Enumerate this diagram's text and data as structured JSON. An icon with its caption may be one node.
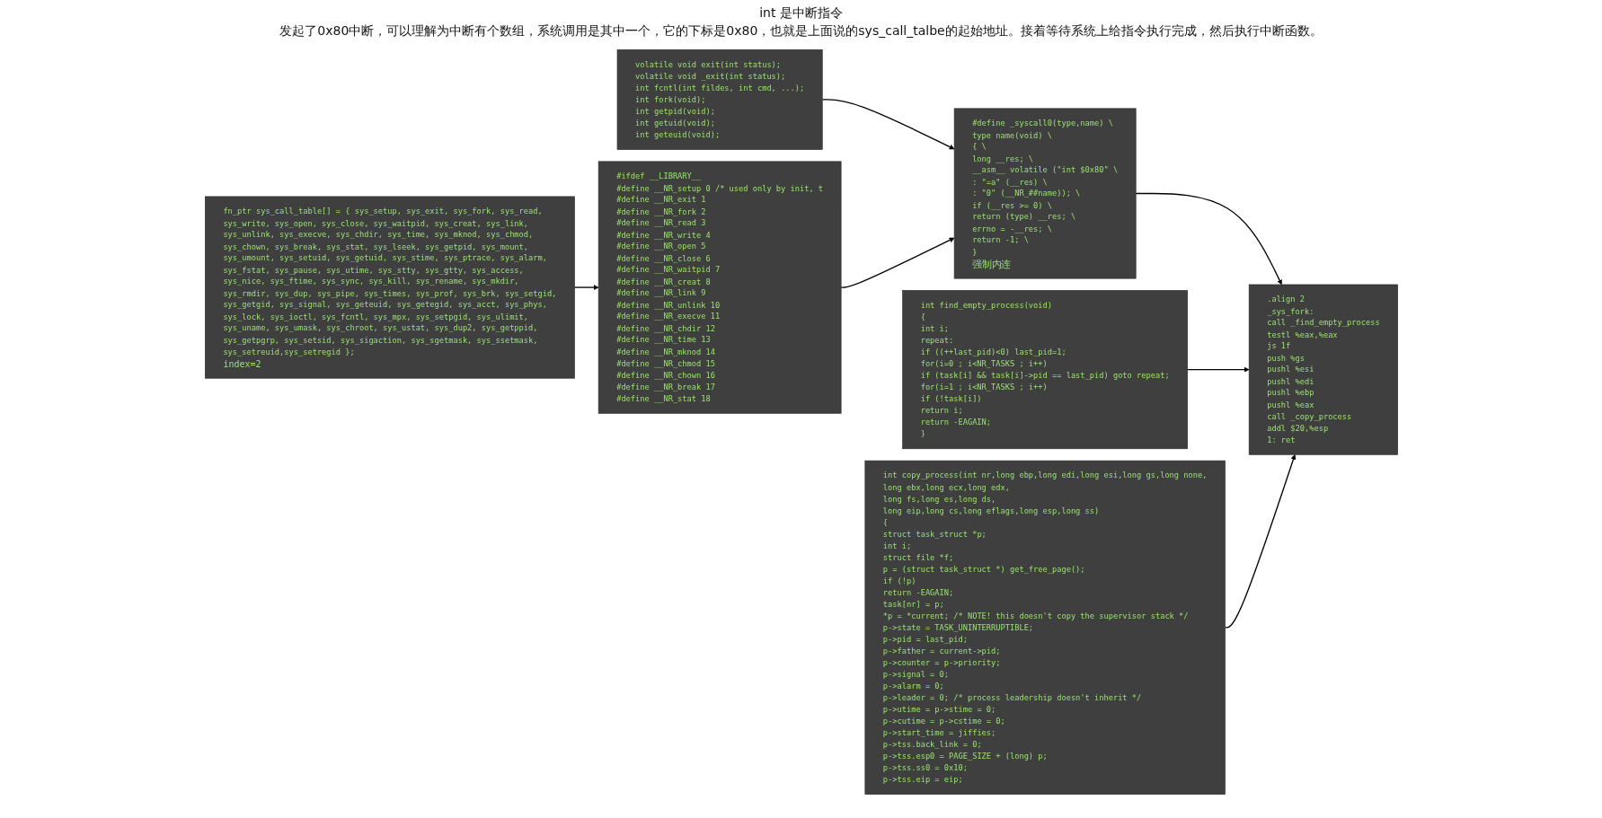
{
  "diagram": {
    "nodes": [
      {
        "text": [
          "volatile void exit(int status);",
          "volatile void _exit(int status);",
          "int fcntl(int fildes, int cmd, ...);",
          "int fork(void);",
          "int getpid(void);",
          "int getuid(void);",
          "int geteuid(void);"
        ]
      },
      {
        "text": [
          "#define _syscall0(type,name) \\",
          "type name(void) \\",
          "{ \\",
          "long __res; \\",
          "__asm__ volatile (\"int $0x80\" \\",
          ": \"=a\" (__res) \\",
          ": \"0\" (__NR_##name)); \\",
          "if (__res >= 0) \\",
          "return (type) __res; \\",
          "errno = -__res; \\",
          "return -1; \\",
          "}",
          "强制内连"
        ]
      },
      {
        "text": [
          "#ifdef __LIBRARY__",
          "#define __NR_setup 0 /* used only by init, t",
          "#define __NR_exit 1",
          "#define __NR_fork 2",
          "#define __NR_read 3",
          "#define __NR_write 4",
          "#define __NR_open 5",
          "#define __NR_close 6",
          "#define __NR_waitpid 7",
          "#define __NR_creat 8",
          "#define __NR_link 9",
          "#define __NR_unlink 10",
          "#define __NR_execve 11",
          "#define __NR_chdir 12",
          "#define __NR_time 13",
          "#define __NR_mknod 14",
          "#define __NR_chmod 15",
          "#define __NR_chown 16",
          "#define __NR_break 17",
          "#define __NR_stat 18"
        ]
      },
      {
        "text": [
          "fn_ptr sys_call_table[] = { sys_setup, sys_exit, sys_fork, sys_read,",
          "sys_write, sys_open, sys_close, sys_waitpid, sys_creat, sys_link,",
          "sys_unlink, sys_execve, sys_chdir, sys_time, sys_mknod, sys_chmod,",
          "sys_chown, sys_break, sys_stat, sys_lseek, sys_getpid, sys_mount,",
          "sys_umount, sys_setuid, sys_getuid, sys_stime, sys_ptrace, sys_alarm,",
          "sys_fstat, sys_pause, sys_utime, sys_stty, sys_gtty, sys_access,",
          "sys_nice, sys_ftime, sys_sync, sys_kill, sys_rename, sys_mkdir,",
          "sys_rmdir, sys_dup, sys_pipe, sys_times, sys_prof, sys_brk, sys_setgid,",
          "sys_getgid, sys_signal, sys_geteuid, sys_getegid, sys_acct, sys_phys,",
          "sys_lock, sys_ioctl, sys_fcntl, sys_mpx, sys_setpgid, sys_ulimit,",
          "sys_uname, sys_umask, sys_chroot, sys_ustat, sys_dup2, sys_getppid,",
          "sys_getpgrp, sys_setsid, sys_sigaction, sys_sgetmask, sys_ssetmask,",
          "sys_setreuid,sys_setregid };",
          "index=2"
        ]
      },
      {
        "text": [
          "int find_empty_process(void)",
          "{",
          "int i;",
          "repeat:",
          "if ((++last_pid)<0) last_pid=1;",
          "for(i=0 ; i<NR_TASKS ; i++)",
          "if (task[i] && task[i]->pid == last_pid) goto repeat;",
          "for(i=1 ; i<NR_TASKS ; i++)",
          "if (!task[i])",
          "return i;",
          "return -EAGAIN;",
          "}"
        ]
      },
      {
        "text": [
          ".align 2",
          "_sys_fork:",
          "call _find_empty_process",
          "testl %eax,%eax",
          "js 1f",
          "push %gs",
          "pushl %esi",
          "pushl %edi",
          "pushl %ebp",
          "pushl %eax",
          "call _copy_process",
          "addl $20,%esp",
          "1: ret"
        ]
      },
      {
        "text": [
          "int copy_process(int nr,long ebp,long edi,long esi,long gs,long none,",
          "long ebx,long ecx,long edx,",
          "long fs,long es,long ds,",
          "long eip,long cs,long eflags,long esp,long ss)",
          "{",
          "struct task_struct *p;",
          "int i;",
          "struct file *f;",
          "p = (struct task_struct *) get_free_page();",
          "if (!p)",
          "return -EAGAIN;",
          "task[nr] = p;",
          "*p = *current; /* NOTE! this doesn't copy the supervisor stack */",
          "p->state = TASK_UNINTERRUPTIBLE;",
          "p->pid = last_pid;",
          "p->father = current->pid;",
          "p->counter = p->priority;",
          "p->signal = 0;",
          "p->alarm = 0;",
          "p->leader = 0; /* process leadership doesn't inherit */",
          "p->utime = p->stime = 0;",
          "p->cutime = p->cstime = 0;",
          "p->start_time = jiffies;",
          "p->tss.back_link = 0;",
          "p->tss.esp0 = PAGE_SIZE + (long) p;",
          "p->tss.ss0 = 0x10;",
          "p->tss.eip = eip;"
        ]
      }
    ],
    "edges": [
      {
        "from": 0,
        "to": 1,
        "arrow": "to"
      },
      {
        "from": 2,
        "to": 1,
        "arrow": "to"
      },
      {
        "from": 3,
        "to": 2,
        "arrow": "to"
      },
      {
        "from": 1,
        "to": 5,
        "arrow": "to"
      },
      {
        "from": 4,
        "to": 5,
        "arrow": "to"
      },
      {
        "from": 6,
        "to": 5,
        "arrow": "to"
      }
    ],
    "labels": [
      "int 是中断指令",
      "发起了0x80中断，可以理解为中断有个数组，系统调用是其中一个，它的下标是0x80，也就是上面说的sys_call_talbe的起始地址。接着等待系统上给指令执行完成，然后执行中断函数。"
    ]
  }
}
